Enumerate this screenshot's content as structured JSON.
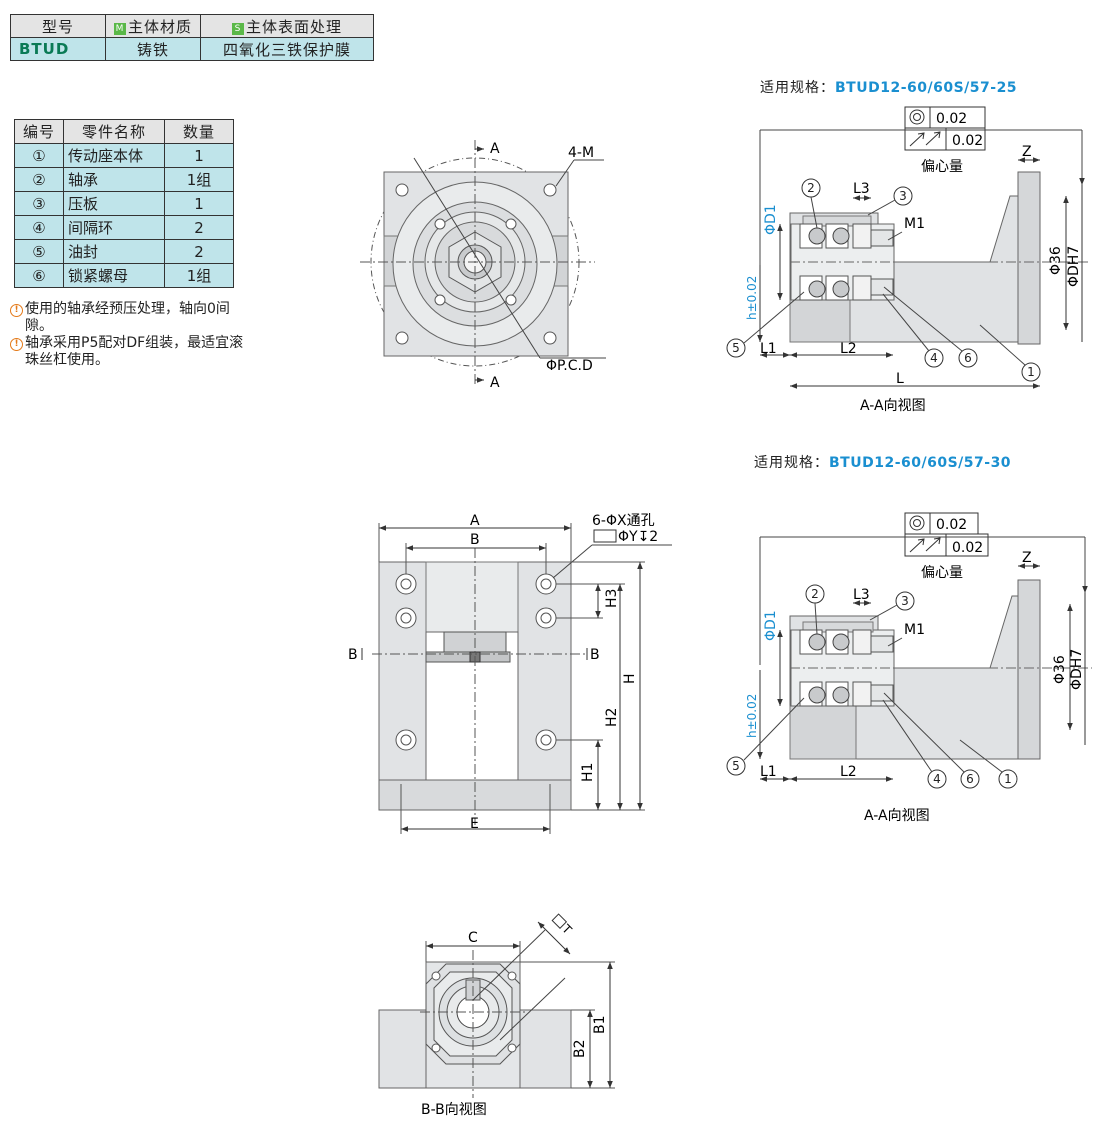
{
  "material_table": {
    "headers": [
      "型号",
      "主体材质",
      "主体表面处理"
    ],
    "badge_m": "M",
    "badge_s": "S",
    "row": [
      "BTUD",
      "铸铁",
      "四氧化三铁保护膜"
    ]
  },
  "parts_table": {
    "headers": [
      "编号",
      "零件名称",
      "数量"
    ],
    "rows": [
      {
        "no": "①",
        "name": "传动座本体",
        "qty": "1"
      },
      {
        "no": "②",
        "name": "轴承",
        "qty": "1组"
      },
      {
        "no": "③",
        "name": "压板",
        "qty": "1"
      },
      {
        "no": "④",
        "name": "间隔环",
        "qty": "2"
      },
      {
        "no": "⑤",
        "name": "油封",
        "qty": "2"
      },
      {
        "no": "⑥",
        "name": "锁紧螺母",
        "qty": "1组"
      }
    ]
  },
  "notes": [
    "使用的轴承经预压处理，轴向0间隙。",
    "轴承采用P5配对DF组装，最适宜滚珠丝杠使用。"
  ],
  "spec1": {
    "label": "适用规格：",
    "value": "BTUD12-60/60S/57-25"
  },
  "spec2": {
    "label": "适用规格：",
    "value": "BTUD12-60/60S/57-30"
  },
  "front_view": {
    "section_a": "A",
    "holes": "4-M",
    "pcd": "ΦP.C.D"
  },
  "section_view": {
    "concentricity": "0.02",
    "runout": "0.02",
    "eccentric": "偏心量",
    "z": "Z",
    "l3": "L3",
    "m1": "M1",
    "d1": "ΦD1",
    "h": "h±0.02",
    "d36": "Φ36",
    "dh7": "ΦDH7",
    "l1": "L1",
    "l2": "L2",
    "l": "L",
    "caption": "A-A向视图",
    "callouts": [
      "1",
      "2",
      "3",
      "4",
      "5",
      "6"
    ]
  },
  "top_view": {
    "a": "A",
    "b": "B",
    "e": "E",
    "holes_note": "6-ΦX通孔",
    "counterbore": "ΦY↧2",
    "h": "H",
    "h1": "H1",
    "h2": "H2",
    "h3": "H3",
    "section_b": "B"
  },
  "bottom_view": {
    "c": "C",
    "t": "T",
    "b1": "B1",
    "b2": "B2",
    "caption": "B-B向视图"
  }
}
